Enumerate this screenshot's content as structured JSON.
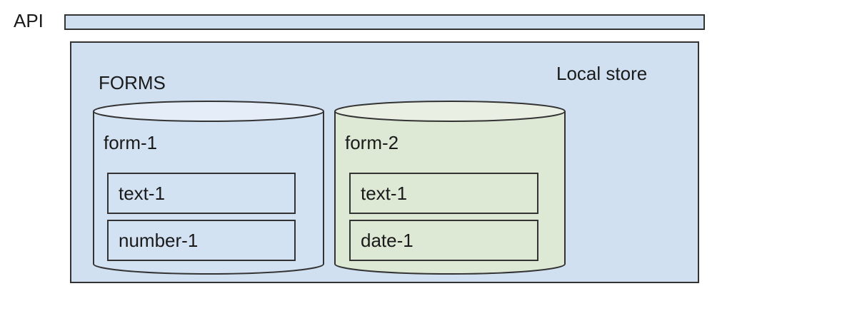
{
  "api": {
    "label": "API"
  },
  "local_store": {
    "label": "Local store",
    "group_label": "FORMS"
  },
  "forms": [
    {
      "name": "form-1",
      "fields": [
        {
          "label": "text-1"
        },
        {
          "label": "number-1"
        }
      ]
    },
    {
      "name": "form-2",
      "fields": [
        {
          "label": "text-1"
        },
        {
          "label": "date-1"
        }
      ]
    }
  ],
  "colors": {
    "stroke": "#333333",
    "api_bar_fill": "#cfdfef",
    "store_fill": "#d0e0f1",
    "form1_fill": "#d3e2f2",
    "form1_top_fill": "#e4edf8",
    "form2_fill": "#dde8d5",
    "form2_top_fill": "#e9f0e3",
    "text": "#1a1a1a"
  }
}
